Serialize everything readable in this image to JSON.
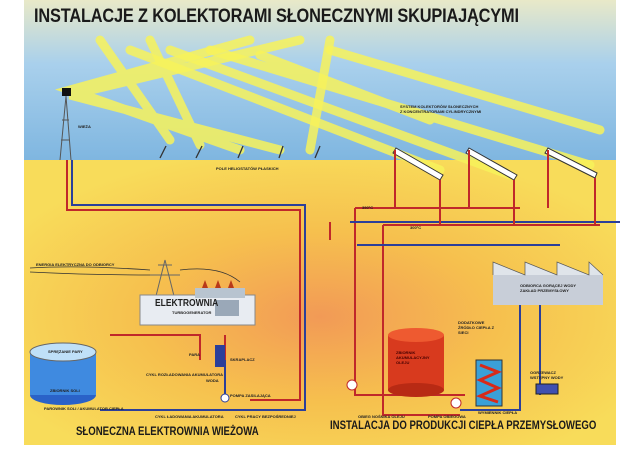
{
  "title": "INSTALACJE Z KOLEKTORAMI SŁONECZNYMI SKUPIAJĄCYMI",
  "sections": {
    "tower_plant": "SŁONECZNA ELEKTROWNIA WIEŻOWA",
    "industrial_heat": "INSTALACJA DO PRODUKCJI CIEPŁA PRZEMYSŁOWEGO"
  },
  "labels": {
    "tower": "WIEŻA",
    "heliostats": "POLE HELIOSTATÓW PŁASKICH",
    "collectors_1": "SYSTEM KOLEKTORÓW SŁONECZNYCH",
    "collectors_2": "Z KONCENTRATORAMI CYLINDRYCZNYMI",
    "temp_hot": "390°C",
    "temp_cold": "300°C",
    "grid": "ENERGIA ELEKTRYCZNA DO ODBIORCY",
    "plant": "ELEKTROWNIA",
    "turbogenerator": "TURBOGENERATOR",
    "condenser": "SKRAPLACZ",
    "steam": "PARA",
    "water": "WODA",
    "steam_tank": "SPRĘŻANIE PARY",
    "storage_tank": "ZBIORNIK SOLI",
    "storage": "PAROWNIK SOLI / AKUMULATOR CIEPŁA",
    "discharge_cycle_1": "CYKL ROZŁADOWANIA AKUMULATORA",
    "charge_cycle": "CYKL ŁADOWANIA AKUMULATORA",
    "pump": "POMPA ZASILAJĄCA",
    "direct_cycle": "CYKL PRACY BEZPOŚREDNIEJ",
    "factory": "ODBIORCA GORĄCEJ WODY ZAKŁAD PRZEMYSŁOWY",
    "oil_tank": "ZBIORNIK AKUMULACYJNY OLEJU",
    "extra_heat": "DODATKOWE ŹRÓDŁO CIEPŁA Z SIECI",
    "oil_loop": "OBIEG NOŚNIKA OLEJU",
    "circ_pump": "POMPA OBIEGOWA",
    "exchanger": "WYMIENNIK CIEPŁA",
    "water_heater": "OGRZEWACZ WSTĘPNY WODY"
  },
  "colors": {
    "hot_pipe": "#c0282a",
    "cold_pipe": "#2b3f9a",
    "sun_beam": "#f7f25a",
    "ground": "#f5c94a",
    "sky": "#9cc8e8"
  }
}
